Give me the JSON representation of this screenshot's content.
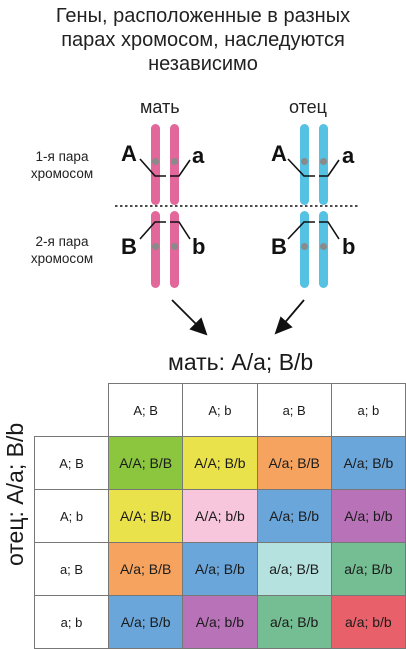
{
  "title_lines": [
    "Гены, расположенные в разных",
    "парах хромосом, наследуются",
    "независимо"
  ],
  "mother_label": "мать",
  "father_label": "отец",
  "pair1_label": [
    "1-я пара",
    "хромосом"
  ],
  "pair2_label": [
    "2-я пара",
    "хромосом"
  ],
  "alleles": {
    "mother_pair1_left": "A",
    "mother_pair1_right": "a",
    "father_pair1_left": "A",
    "father_pair1_right": "a",
    "mother_pair2_left": "B",
    "mother_pair2_right": "b",
    "father_pair2_left": "B",
    "father_pair2_right": "b"
  },
  "colors": {
    "mother_chromosome": "#e2689c",
    "father_chromosome": "#55c1e3",
    "header_bg": "#ffffff"
  },
  "punnett": {
    "mother_title": "мать: A/a; B/b",
    "father_title": "отец: A/a; B/b",
    "col_headers": [
      "A; B",
      "A; b",
      "a; B",
      "a; b"
    ],
    "row_headers": [
      "A; B",
      "A; b",
      "a; B",
      "a; b"
    ],
    "cells": [
      [
        "A/A; B/B",
        "A/A; B/b",
        "A/a; B/B",
        "A/a; B/b"
      ],
      [
        "A/A; B/b",
        "A/A; b/b",
        "A/a; B/b",
        "A/a; b/b"
      ],
      [
        "A/a; B/B",
        "A/a; B/b",
        "a/a; B/B",
        "a/a; B/b"
      ],
      [
        "A/a; B/b",
        "A/a; b/b",
        "a/a; B/b",
        "a/a; b/b"
      ]
    ],
    "cell_colors": [
      [
        "#8cc63f",
        "#e9e24a",
        "#f6a35f",
        "#6aa6da"
      ],
      [
        "#e9e24a",
        "#f7c6dc",
        "#6aa6da",
        "#b873b8"
      ],
      [
        "#f6a35f",
        "#6aa6da",
        "#b5e1df",
        "#75bd92"
      ],
      [
        "#6aa6da",
        "#b873b8",
        "#75bd92",
        "#e8616a"
      ]
    ]
  }
}
